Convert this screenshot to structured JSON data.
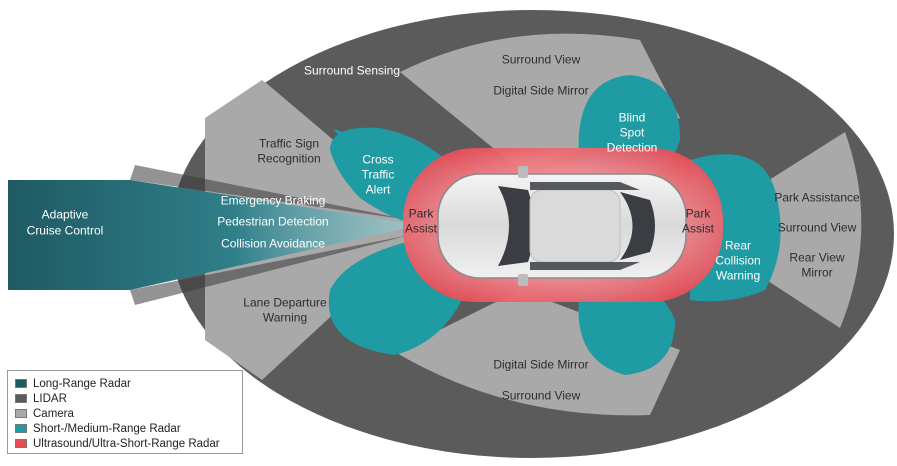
{
  "colors": {
    "long_range_radar": "#1f5a63",
    "lidar": "#5b5b5b",
    "camera": "#a9a9a9",
    "short_medium_range_radar": "#1f9ba3",
    "ultrasound": "#e84b55"
  },
  "labels": {
    "surround_sensing": "Surround Sensing",
    "surround_view_top": "Surround View",
    "digital_side_mirror_top": "Digital Side Mirror",
    "traffic_sign_1": "Traffic Sign",
    "traffic_sign_2": "Recognition",
    "cross_traffic_1": "Cross",
    "cross_traffic_2": "Traffic",
    "cross_traffic_3": "Alert",
    "blind_spot_1": "Blind",
    "blind_spot_2": "Spot",
    "blind_spot_3": "Detection",
    "adaptive_cruise_1": "Adaptive",
    "adaptive_cruise_2": "Cruise Control",
    "emergency_braking": "Emergency Braking",
    "pedestrian_detection": "Pedestrian Detection",
    "collision_avoidance": "Collision Avoidance",
    "park_assist_front_1": "Park",
    "park_assist_front_2": "Assist",
    "park_assist_rear_1": "Park",
    "park_assist_rear_2": "Assist",
    "rear_collision_1": "Rear",
    "rear_collision_2": "Collision",
    "rear_collision_3": "Warning",
    "park_assistance": "Park Assistance",
    "surround_view_right": "Surround View",
    "rear_view_mirror_1": "Rear View",
    "rear_view_mirror_2": "Mirror",
    "lane_departure_1": "Lane Departure",
    "lane_departure_2": "Warning",
    "digital_side_mirror_bottom": "Digital Side Mirror",
    "surround_view_bottom": "Surround View"
  },
  "legend": {
    "items": [
      {
        "label": "Long-Range Radar",
        "color": "#1f5a63"
      },
      {
        "label": "LIDAR",
        "color": "#5b5b5b"
      },
      {
        "label": "Camera",
        "color": "#a9a9a9"
      },
      {
        "label": "Short-/Medium-Range Radar",
        "color": "#1f9ba3"
      },
      {
        "label": "Ultrasound/Ultra-Short-Range Radar",
        "color": "#e84b55"
      }
    ]
  }
}
